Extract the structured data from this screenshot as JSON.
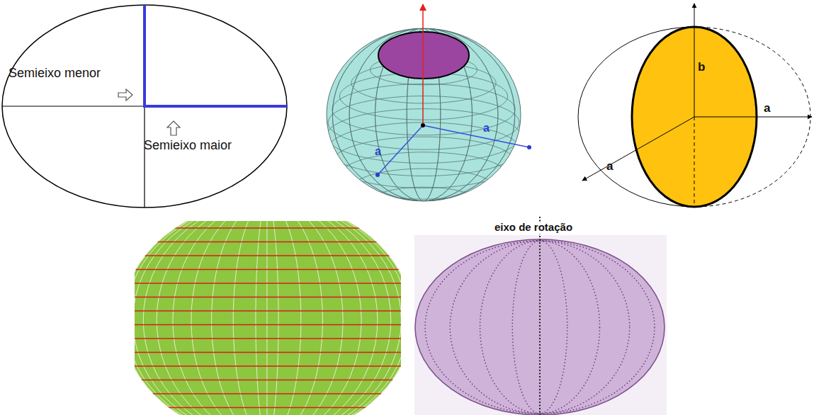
{
  "diagram": {
    "labels": [
      "Semieixo menor",
      "Semieixo maior",
      "a",
      "a",
      "b",
      "a",
      "a",
      "eixo de rotação"
    ]
  }
}
